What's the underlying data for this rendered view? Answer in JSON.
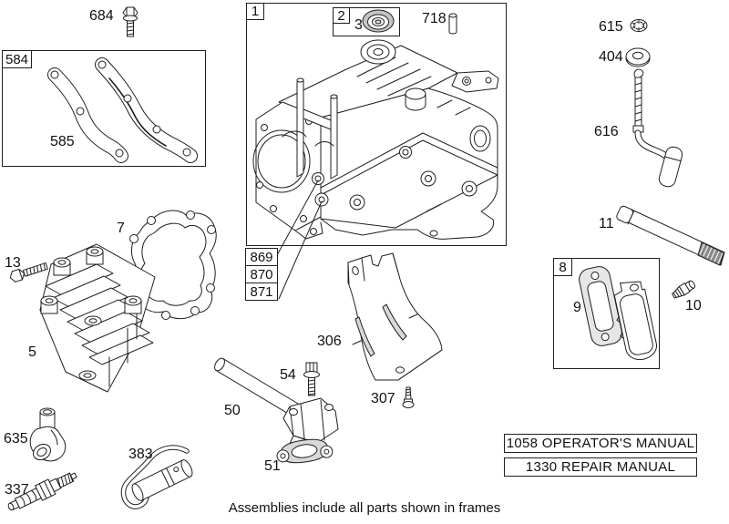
{
  "diagram": {
    "footer": "Assemblies include all parts shown in frames",
    "frames": {
      "f1": "1",
      "f2": "2",
      "f8": "8",
      "f584": "584"
    },
    "parts": {
      "p684": "684",
      "p585": "585",
      "p7": "7",
      "p13": "13",
      "p5": "5",
      "p635": "635",
      "p337": "337",
      "p383": "383",
      "p3": "3",
      "p718": "718",
      "p869": "869",
      "p870": "870",
      "p871": "871",
      "p306": "306",
      "p54": "54",
      "p307": "307",
      "p50": "50",
      "p51": "51",
      "p615": "615",
      "p404": "404",
      "p616": "616",
      "p11": "11",
      "p9": "9",
      "p10": "10"
    },
    "manuals": {
      "operators": "1058 OPERATOR'S MANUAL",
      "repair": "1330 REPAIR MANUAL"
    },
    "line_color": "#1f1f1f",
    "background_color": "#ffffff"
  }
}
